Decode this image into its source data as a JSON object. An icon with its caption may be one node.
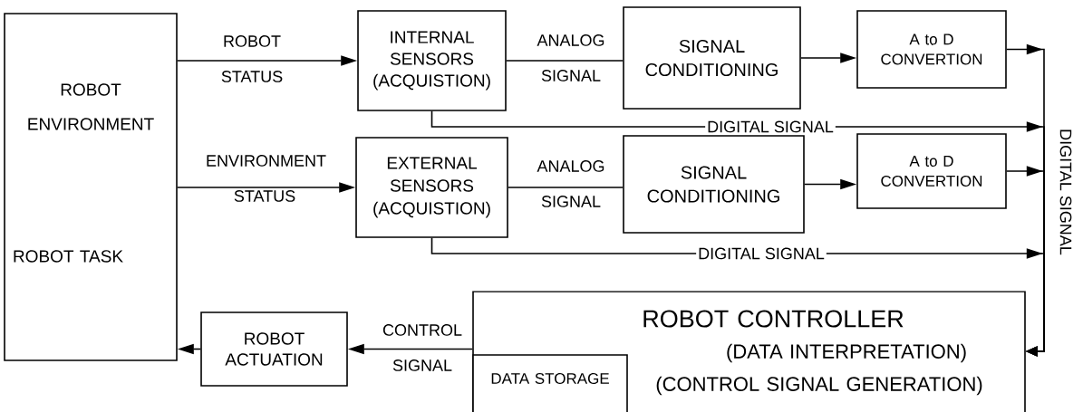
{
  "diagram": {
    "nodes": [
      {
        "text": [
          "ROBOT ENVIRONMENT",
          "ROBOT TASK"
        ]
      },
      {
        "text": [
          "INTERNAL SENSORS (ACQUISTION)"
        ]
      },
      {
        "text": [
          "SIGNAL CONDITIONING"
        ]
      },
      {
        "text": [
          "A to D CONVERTION"
        ]
      },
      {
        "text": [
          "EXTERNAL SENSORS (ACQUISTION)"
        ]
      },
      {
        "text": [
          "SIGNAL CONDITIONING"
        ]
      },
      {
        "text": [
          "A to D CONVERTION"
        ]
      },
      {
        "text": [
          "ROBOT CONTROLLER",
          "(DATA INTERPRETATION)",
          "(CONTROL SIGNAL GENERATION)"
        ]
      },
      {
        "text": [
          "DATA STORAGE"
        ],
        "in": 7
      },
      {
        "text": [
          "ROBOT ACTUATION"
        ]
      }
    ],
    "edges": [
      {
        "from": 0,
        "to": 1,
        "arrow": "to",
        "label": "ROBOT STATUS"
      },
      {
        "from": 0,
        "to": 4,
        "arrow": "to",
        "label": "ENVIRONMENT STATUS"
      },
      {
        "from": 1,
        "to": 2,
        "arrow": "none",
        "label": "ANALOG SIGNAL"
      },
      {
        "from": 2,
        "to": 3,
        "arrow": "to"
      },
      {
        "from": 4,
        "to": 5,
        "arrow": "none",
        "label": "ANALOG SIGNAL"
      },
      {
        "from": 5,
        "to": 6,
        "arrow": "to"
      },
      {
        "from": 3,
        "to": 7,
        "arrow": "to"
      },
      {
        "from": 1,
        "to": 7,
        "arrow": "to",
        "label": "DIGITAL SIGNAL"
      },
      {
        "from": 6,
        "to": 7,
        "arrow": "to"
      },
      {
        "from": 4,
        "to": 7,
        "arrow": "to",
        "label": "DIGITAL SIGNAL"
      },
      {
        "from": 7,
        "to": 9,
        "arrow": "to",
        "label": "CONTROL SIGNAL"
      },
      {
        "from": 9,
        "to": 0,
        "arrow": "to"
      }
    ],
    "labels": [
      "DIGITAL SIGNAL"
    ]
  }
}
